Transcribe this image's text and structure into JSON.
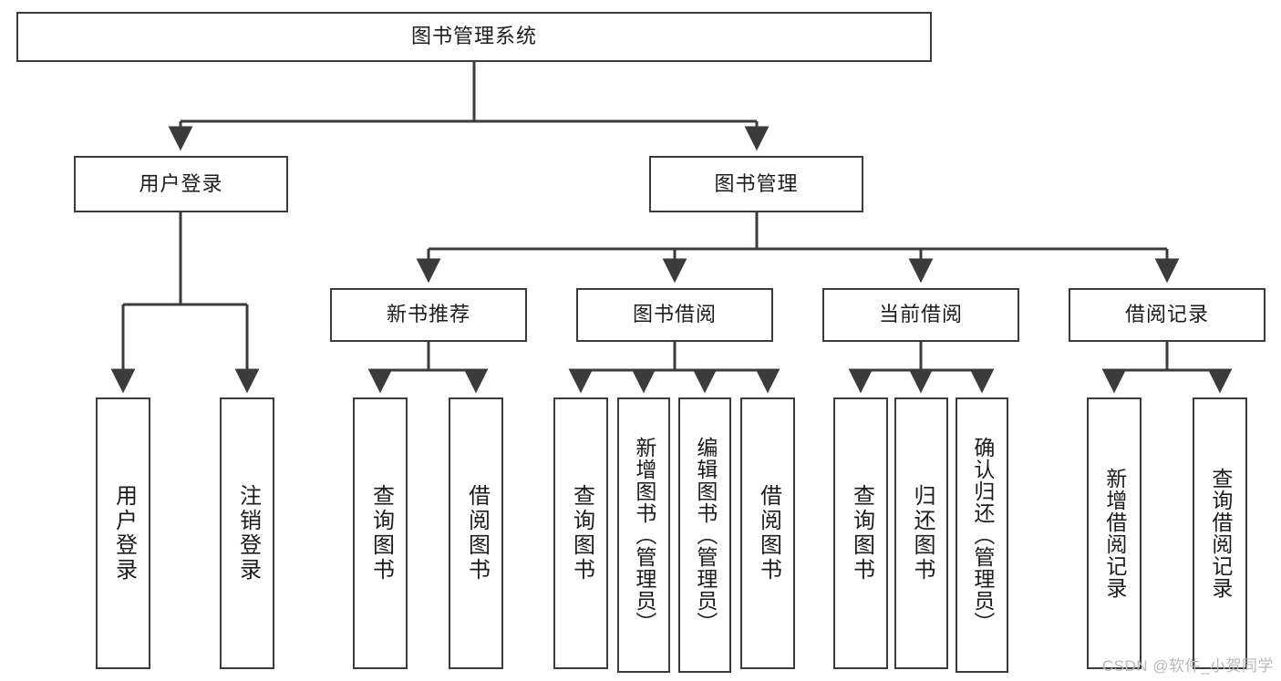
{
  "diagram": {
    "title": "图书管理系统",
    "type": "tree-hierarchy",
    "colors": {
      "box_border": "#3b3b3b",
      "box_fill": "#ffffff",
      "connector": "#3b3b3b",
      "text": "#1c1c1c",
      "watermark": "#b9b9b9"
    },
    "root": {
      "label": "图书管理系统"
    },
    "level2": [
      {
        "id": "user-login",
        "label": "用户登录"
      },
      {
        "id": "book-manage",
        "label": "图书管理"
      }
    ],
    "level3": [
      {
        "id": "new-book-recommend",
        "label": "新书推荐"
      },
      {
        "id": "book-borrow",
        "label": "图书借阅"
      },
      {
        "id": "current-borrow",
        "label": "当前借阅"
      },
      {
        "id": "borrow-record",
        "label": "借阅记录"
      }
    ],
    "leaves": {
      "user_login": [
        {
          "id": "leaf-user-login",
          "label": "用户登录"
        },
        {
          "id": "leaf-logout-login",
          "label": "注销登录"
        }
      ],
      "new_book_recommend": [
        {
          "id": "leaf-query-book-1",
          "label": "查询图书"
        },
        {
          "id": "leaf-borrow-book-1",
          "label": "借阅图书"
        }
      ],
      "book_borrow": [
        {
          "id": "leaf-query-book-2",
          "label": "查询图书"
        },
        {
          "id": "leaf-add-book",
          "label": "新增图书（管理员）"
        },
        {
          "id": "leaf-edit-book",
          "label": "编辑图书（管理员）"
        },
        {
          "id": "leaf-borrow-book-2",
          "label": "借阅图书"
        }
      ],
      "current_borrow": [
        {
          "id": "leaf-query-book-3",
          "label": "查询图书"
        },
        {
          "id": "leaf-return-book",
          "label": "归还图书"
        },
        {
          "id": "leaf-confirm-return",
          "label": "确认归还（管理员）"
        }
      ],
      "borrow_record": [
        {
          "id": "leaf-add-borrow-record",
          "label": "新增借阅记录"
        },
        {
          "id": "leaf-query-borrow-record",
          "label": "查询借阅记录"
        }
      ]
    },
    "watermark": "CSDN @软件_小贺同学"
  }
}
